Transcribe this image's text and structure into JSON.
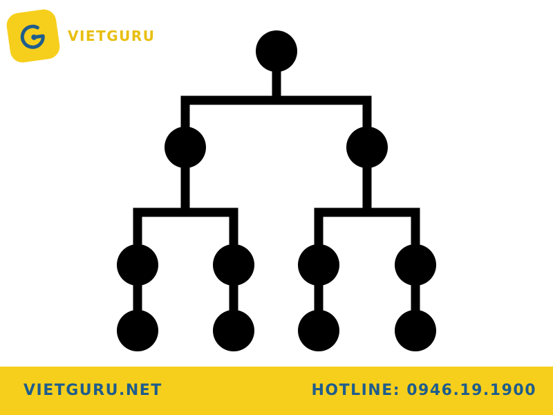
{
  "brand": {
    "name": "VIETGURU",
    "accent_color": "#f6cf1c",
    "icon": "vietguru-logo-icon"
  },
  "diagram": {
    "type": "hierarchy-tree",
    "node_color": "#000000",
    "root": {
      "children": [
        {
          "children": [
            {
              "children": [
                {}
              ]
            },
            {
              "children": [
                {}
              ]
            }
          ]
        },
        {
          "children": [
            {
              "children": [
                {}
              ]
            },
            {
              "children": [
                {}
              ]
            }
          ]
        }
      ]
    }
  },
  "footer": {
    "website": "VIETGURU.NET",
    "hotline": "HOTLINE: 0946.19.1900",
    "background_color": "#f6cf1c",
    "text_color": "#1f5d8c"
  }
}
